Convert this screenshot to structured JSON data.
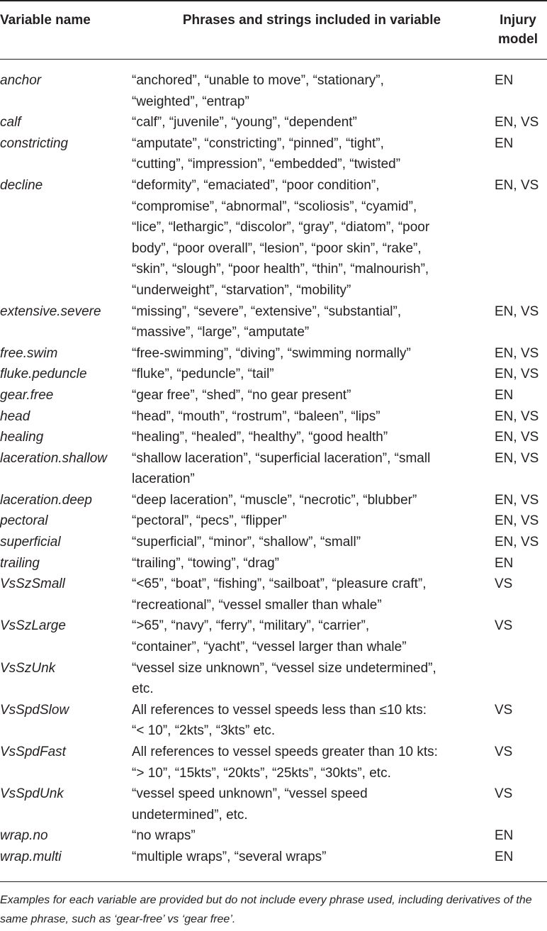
{
  "header": {
    "col1": "Variable name",
    "col2": "Phrases and strings included in variable",
    "col3_line1": "Injury",
    "col3_line2": "model"
  },
  "rows": [
    {
      "name": "anchor",
      "lines": [
        "“anchored”, “unable to move”, “stationary”,",
        "“weighted”, “entrap”"
      ],
      "model": "EN"
    },
    {
      "name": "calf",
      "lines": [
        "“calf”, “juvenile”, “young”, “dependent”"
      ],
      "model": "EN, VS"
    },
    {
      "name": "constricting",
      "lines": [
        "“amputate”, “constricting”, “pinned”, “tight”,",
        "“cutting”, “impression”, “embedded”, “twisted”"
      ],
      "model": "EN"
    },
    {
      "name": "decline",
      "lines": [
        "“deformity”, “emaciated”, “poor condition”,",
        "“compromise”, “abnormal”, “scoliosis”, “cyamid”,",
        "“lice”, “lethargic”, “discolor”, “gray”, “diatom”, “poor",
        "body”, “poor overall”, “lesion”, “poor skin”, “rake”,",
        "“skin”, “slough”, “poor health”, “thin”, “malnourish”,",
        "“underweight”, “starvation”, “mobility”"
      ],
      "model": "EN, VS"
    },
    {
      "name": "extensive.severe",
      "lines": [
        "“missing”, “severe”, “extensive”, “substantial”,",
        "“massive”, “large”, “amputate”"
      ],
      "model": "EN, VS"
    },
    {
      "name": "free.swim",
      "lines": [
        "“free-swimming”, “diving”, “swimming normally”"
      ],
      "model": "EN, VS"
    },
    {
      "name": "fluke.peduncle",
      "lines": [
        "“fluke”, “peduncle”, “tail”"
      ],
      "model": "EN, VS"
    },
    {
      "name": "gear.free",
      "lines": [
        "“gear free”, “shed”, “no gear present”"
      ],
      "model": "EN"
    },
    {
      "name": "head",
      "lines": [
        "“head”, “mouth”, “rostrum”, “baleen”, “lips”"
      ],
      "model": "EN, VS"
    },
    {
      "name": "healing",
      "lines": [
        "“healing”, “healed”, “healthy”, “good health”"
      ],
      "model": "EN, VS"
    },
    {
      "name": "laceration.shallow",
      "lines": [
        "“shallow laceration”, “superficial laceration”, “small",
        "laceration”"
      ],
      "model": "EN, VS"
    },
    {
      "name": "laceration.deep",
      "lines": [
        "“deep laceration”, “muscle”, “necrotic”, “blubber”"
      ],
      "model": "EN, VS"
    },
    {
      "name": "pectoral",
      "lines": [
        "“pectoral”, “pecs”, “flipper”"
      ],
      "model": "EN, VS"
    },
    {
      "name": "superficial",
      "lines": [
        "“superficial”, “minor”, “shallow”, “small”"
      ],
      "model": "EN, VS"
    },
    {
      "name": "trailing",
      "lines": [
        "“trailing”, “towing”, “drag”"
      ],
      "model": "EN"
    },
    {
      "name": " VsSzSmall",
      "lines": [
        "“<65”, “boat”, “fishing”, “sailboat”, “pleasure craft”,",
        "“recreational”, “vessel smaller than whale”"
      ],
      "model": "VS"
    },
    {
      "name": "VsSzLarge",
      "lines": [
        "“>65”, “navy”, “ferry”, “military”, “carrier”,",
        "“container”, “yacht”, “vessel larger than whale”"
      ],
      "model": "VS"
    },
    {
      "name": "VsSzUnk",
      "lines": [
        "“vessel size unknown”, “vessel size undetermined”,",
        "etc."
      ],
      "model": ""
    },
    {
      "name": "VsSpdSlow",
      "lines": [
        "All references to vessel speeds less than ≤10 kts:",
        "“< 10”, “2kts”, “3kts” etc."
      ],
      "model": "VS"
    },
    {
      "name": "VsSpdFast",
      "lines": [
        "All references to vessel speeds greater than 10 kts:",
        "“> 10”, “15kts”, “20kts”, “25kts”, “30kts”, etc."
      ],
      "model": "VS"
    },
    {
      "name": "VsSpdUnk",
      "lines": [
        "“vessel speed unknown”, “vessel speed",
        "undetermined”, etc."
      ],
      "model": "VS"
    },
    {
      "name": "wrap.no",
      "lines": [
        "“no wraps”"
      ],
      "model": "EN"
    },
    {
      "name": "wrap.multi",
      "lines": [
        "“multiple wraps”, “several wraps”"
      ],
      "model": "EN"
    }
  ],
  "footnote": "Examples for each variable are provided but do not include every phrase used, including derivatives of the same phrase, such as ‘gear-free’ vs ‘gear free’."
}
